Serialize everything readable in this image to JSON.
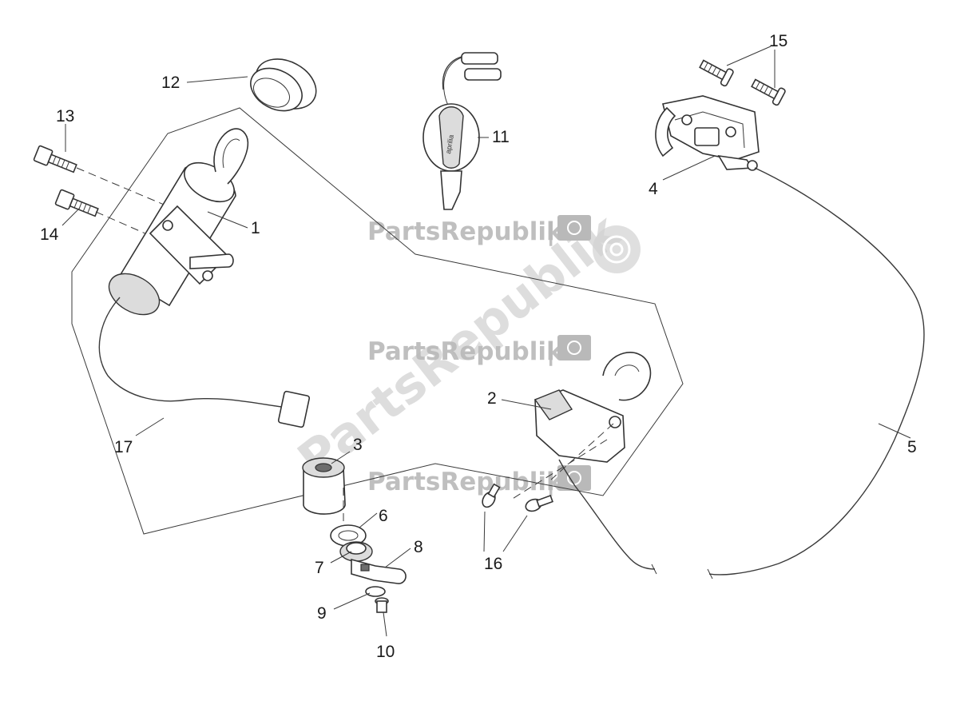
{
  "watermark": {
    "text": "PartsRepublik",
    "separator": "|"
  },
  "callouts": [
    {
      "id": "c1",
      "label": "1"
    },
    {
      "id": "c2",
      "label": "2"
    },
    {
      "id": "c3",
      "label": "3"
    },
    {
      "id": "c4",
      "label": "4"
    },
    {
      "id": "c5",
      "label": "5"
    },
    {
      "id": "c6",
      "label": "6"
    },
    {
      "id": "c7",
      "label": "7"
    },
    {
      "id": "c8",
      "label": "8"
    },
    {
      "id": "c9",
      "label": "9"
    },
    {
      "id": "c10",
      "label": "10"
    },
    {
      "id": "c11",
      "label": "11"
    },
    {
      "id": "c12",
      "label": "12"
    },
    {
      "id": "c13",
      "label": "13"
    },
    {
      "id": "c14",
      "label": "14"
    },
    {
      "id": "c15",
      "label": "15"
    },
    {
      "id": "c16",
      "label": "16"
    },
    {
      "id": "c17",
      "label": "17"
    }
  ],
  "key_tag": {
    "brand": "aprilia"
  },
  "colors": {
    "line": "#333333",
    "watermark": "#b9b9b9",
    "background": "#ffffff"
  }
}
